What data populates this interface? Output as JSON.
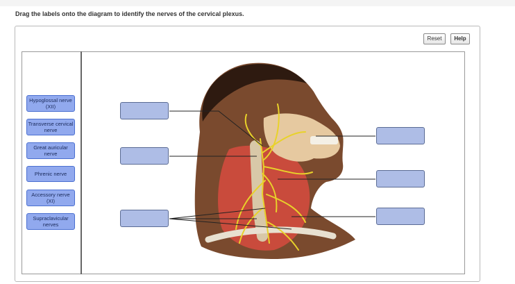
{
  "instruction": "Drag the labels onto the diagram to identify the nerves of the cervical plexus.",
  "buttons": {
    "reset": "Reset",
    "help": "Help"
  },
  "labels": [
    "Hypoglossal nerve (XII)",
    "Transverse cervical nerve",
    "Great auricular nerve",
    "Phrenic nerve",
    "Accessory nerve (XI)",
    "Supraclavicular nerves"
  ],
  "colors": {
    "label_bg": "#91a9ee",
    "dropzone_bg": "#aebde6",
    "nerve": "#e8d22a",
    "muscle": "#c94b3c",
    "skin": "#7a4a2e"
  }
}
